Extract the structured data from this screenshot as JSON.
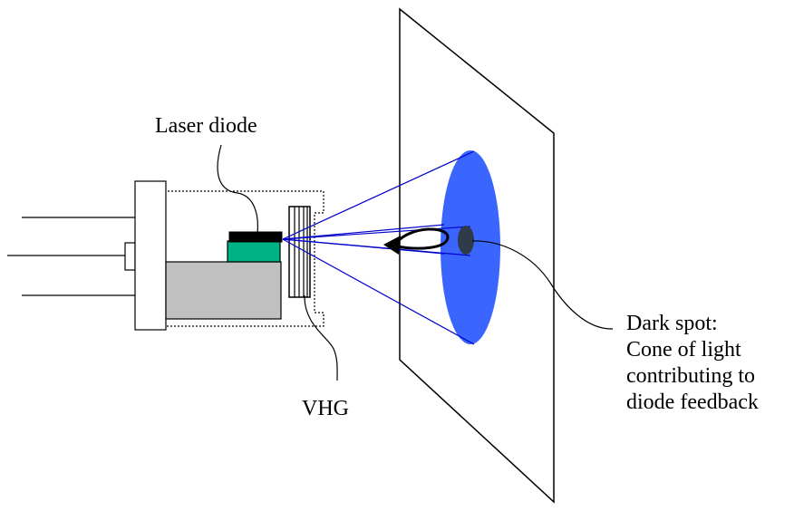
{
  "labels": {
    "laser_diode": "Laser diode",
    "vhg": "VHG",
    "dark_spot": [
      "Dark spot:",
      "Cone of light",
      "contributing to",
      "diode feedback"
    ]
  },
  "colors": {
    "beam_cone": "#3a66ff",
    "beam_lines": "#0000cc",
    "dark_spot": "#2f3b49",
    "diode_chip": "#00b386",
    "diode_top": "#000000",
    "mount_block": "#c0c0c0",
    "outline": "#000000"
  }
}
